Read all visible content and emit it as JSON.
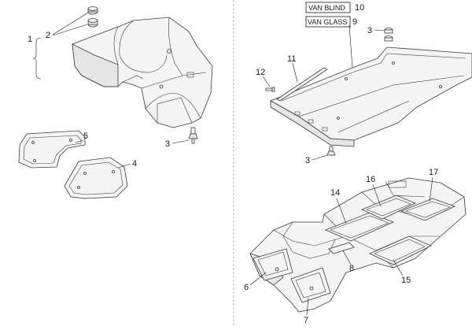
{
  "callouts": {
    "c1": "1",
    "c2": "2",
    "c3a": "3",
    "c4": "4",
    "c5": "5",
    "c3b": "3",
    "c3c": "3",
    "c11": "11",
    "c12": "12",
    "c14": "14",
    "c16": "16",
    "c17": "17",
    "c15": "15",
    "c6": "6",
    "c7": "7",
    "c8": "8"
  },
  "variant_labels": [
    {
      "text": "VAN BLIND",
      "ref": "10"
    },
    {
      "text": "VAN GLASS",
      "ref": "9"
    }
  ],
  "colors": {
    "line": "#3a3a3a",
    "fill": "#f4f4f4",
    "divider": "#b0b0b0"
  }
}
